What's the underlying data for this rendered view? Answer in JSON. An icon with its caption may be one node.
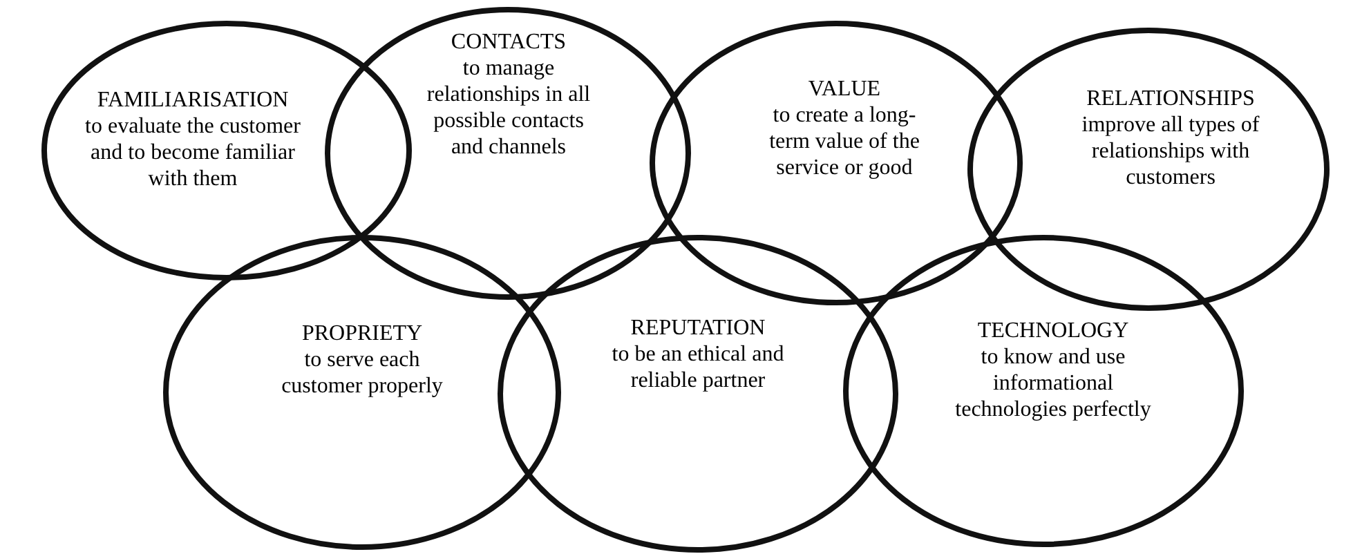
{
  "diagram": {
    "nodes": [
      {
        "text": [
          "FAMILIARISATION",
          "to evaluate the customer and to become familiar with them"
        ]
      },
      {
        "text": [
          "CONTACTS",
          "to manage relationships in all possible contacts and channels"
        ]
      },
      {
        "text": [
          "VALUE",
          "to create a long-term value of the service or good"
        ]
      },
      {
        "text": [
          "RELATIONSHIPS",
          "improve all types of relationships with customers"
        ]
      },
      {
        "text": [
          "PROPRIETY",
          "to serve each customer properly"
        ]
      },
      {
        "text": [
          "REPUTATION",
          "to be an ethical and reliable partner"
        ]
      },
      {
        "text": [
          "TECHNOLOGY",
          "to know and use informational technologies perfectly"
        ]
      }
    ],
    "edges": []
  }
}
